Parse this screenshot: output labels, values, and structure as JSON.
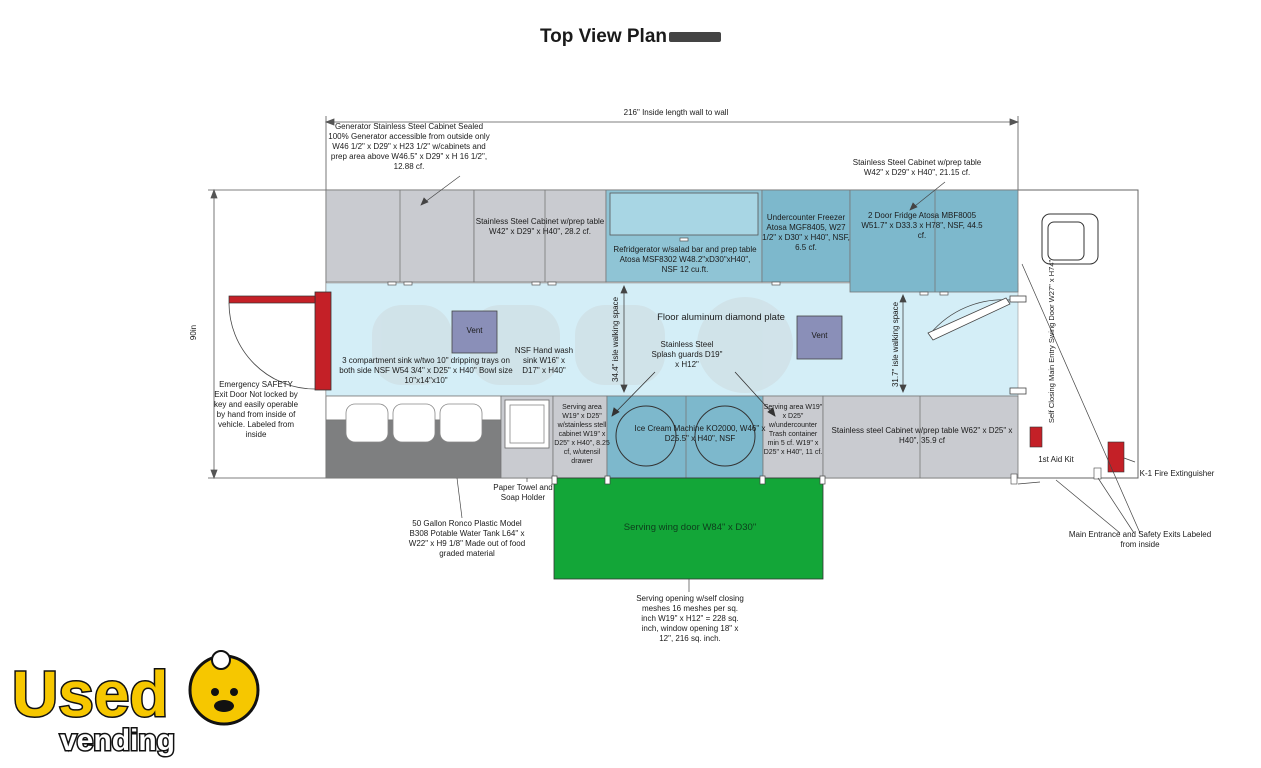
{
  "title": "Top View Plan",
  "dimensions": {
    "length": "216\" Inside length wall to wall",
    "width": "90in"
  },
  "labels": {
    "generator": "Generator Stainless Steel Cabinet Sealed 100% Generator accessible from outside only W46 1/2\" x D29\" x H23 1/2\" w/cabinets and prep area above W46.5\" x D29\" x H 16 1/2\", 12.88 cf.",
    "ss_cabinet_top": "Stainless Steel Cabinet w/prep table W42\" x D29\" x H40\", 28.2 cf.",
    "refrigerator": "Refridgerator w/salad bar and prep table Atosa MSF8302 W48.2\"xD30\"xH40\", NSF 12 cu.ft.",
    "freezer": "Undercounter Freezer Atosa MGF8405, W27 1/2\" x D30\" x H40\", NSF, 6.5 cf.",
    "fridge2": "2 Door Fridge Atosa MBF8005 W51.7\" x D33.3 x H78\", NSF, 44.5 cf.",
    "ss_cabinet_right_top": "Stainless Steel Cabinet w/prep table W42\" x D29\" x H40\", 21.15 cf.",
    "floor": "Floor aluminum diamond plate",
    "vent1": "Vent",
    "vent2": "Vent",
    "walk1": "34.4\" isle walking space",
    "walk2": "31.7\" isle walking space",
    "splash": "Stainless Steel Splash guards D19\" x H12\"",
    "sink3": "3 compartment sink w/two 10\" dripping trays on both side NSF W54 3/4\" x D25\" x H40\" Bowl size 10\"x14\"x10\"",
    "handsink": "NSF Hand wash sink W16\" x D17\" x H40\"",
    "serving_left": "Serving area W19\" x D25\" w/stainless stell cabinet W19\" x D25\" x H40\", 8.25 cf, w/utensil drawer",
    "icecream": "Ice Cream Machine KO2000, W46\" x D25.5\" x H40\", NSF",
    "serving_right": "Serving area W19\" x D25\" w/undercounter Trash container min 5 cf. W19\" x D25\" x H40\", 11 cf.",
    "ss_cabinet_bottom": "Stainless steel Cabinet w/prep table W62\" x D25\" x H40\", 35.9 cf",
    "emergency": "Emergency SAFETY Exit Door Not locked by key and easily operable by hand from inside of vehicle. Labeled from inside",
    "entry_door": "Self Closing Main Entry Swing Door W27\" x H74\"",
    "first_aid": "1st Aid Kit",
    "fire_ext": "K-1 Fire Extinguisher",
    "main_entrance": "Main Entrance and Safety Exits Labeled from inside",
    "paper_towel": "Paper Towel and Soap Holder",
    "water_tank": "50 Gallon Ronco Plastic Model B308 Potable Water Tank L64\" x W22\" x H9 1/8\" Made out of food graded material",
    "serving_door": "Serving wing door W84\" x D30\"",
    "serving_opening": "Serving opening w/self closing meshes 16 meshes per sq. inch W19\" x H12\" = 228 sq. inch, window opening 18\" x 12\", 216 sq. inch."
  },
  "logo": {
    "line1": "Used",
    "line2": "vending"
  },
  "colors": {
    "floor": "#d4eef7",
    "cabinet_gray": "#c9cbd0",
    "cabinet_blue": "#7db8cc",
    "serving_green": "#13a638",
    "exit_red": "#c42027",
    "tank_gray": "#7e7f80",
    "logo_yellow": "#f6c700"
  }
}
